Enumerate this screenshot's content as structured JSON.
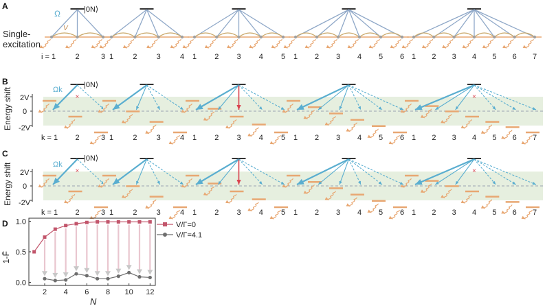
{
  "panels": {
    "a": "A",
    "b": "B",
    "c": "C",
    "d": "D"
  },
  "panelA": {
    "rabi_symbol": "Ω",
    "decay_symbol": "V",
    "ket_label": "|0N⟩",
    "side_label_line1": "Single-",
    "side_label_line2": "excitation",
    "index_prefix": "i = 1",
    "groups": [
      {
        "n": 3,
        "labels": [
          "i = 1",
          "2",
          "3"
        ]
      },
      {
        "n": 4,
        "labels": [
          "1",
          "2",
          "3",
          "4"
        ]
      },
      {
        "n": 5,
        "labels": [
          "1",
          "2",
          "3",
          "4",
          "5"
        ]
      },
      {
        "n": 6,
        "labels": [
          "1",
          "2",
          "3",
          "4",
          "5",
          "6"
        ]
      },
      {
        "n": 7,
        "labels": [
          "1",
          "2",
          "3",
          "4",
          "5",
          "6",
          "7"
        ]
      }
    ]
  },
  "panelBC": {
    "ylabel": "Energy shift",
    "ticks": [
      "2V",
      "0",
      "-2V"
    ],
    "omega_label": "Ωk",
    "ket_label": "|0N⟩",
    "index_labels": [
      [
        "k = 1",
        "2",
        "3"
      ],
      [
        "1",
        "2",
        "3",
        "4"
      ],
      [
        "1",
        "2",
        "3",
        "4",
        "5"
      ],
      [
        "1",
        "2",
        "3",
        "4",
        "5",
        "6"
      ],
      [
        "1",
        "2",
        "3",
        "4",
        "5",
        "6",
        "7"
      ]
    ]
  },
  "colors": {
    "orange": "#e8a772",
    "blue": "#5aaed0",
    "steel": "#8fa8c8",
    "red": "#d9434f",
    "green_bg": "#e6efdf",
    "dashed_zero": "#9aa3b0"
  },
  "chart_data": {
    "type": "line",
    "xlabel": "N",
    "ylabel": "1-F̄",
    "x_ticks": [
      2,
      4,
      6,
      8,
      10,
      12
    ],
    "y_ticks": [
      0.0,
      0.5,
      1.0
    ],
    "xlim": [
      0.5,
      12.5
    ],
    "ylim": [
      -0.05,
      1.05
    ],
    "legend_position": "right",
    "series": [
      {
        "name": "V/Γ=0",
        "color": "#c2556b",
        "marker": "square",
        "x": [
          1,
          2,
          3,
          4,
          5,
          6,
          7,
          8,
          9,
          10,
          11,
          12
        ],
        "y": [
          0.5,
          0.74,
          0.87,
          0.93,
          0.96,
          0.98,
          0.99,
          0.99,
          0.99,
          0.99,
          0.99,
          0.99
        ]
      },
      {
        "name": "V/Γ=4.1",
        "color": "#6e6e6e",
        "marker": "circle",
        "x": [
          2,
          3,
          4,
          5,
          6,
          7,
          8,
          9,
          10,
          11,
          12
        ],
        "y": [
          0.06,
          0.03,
          0.04,
          0.14,
          0.11,
          0.06,
          0.06,
          0.1,
          0.16,
          0.09,
          0.08
        ]
      }
    ],
    "arrows_from_series": "V/Γ=0",
    "arrows_to_series": "V/Γ=4.1"
  }
}
